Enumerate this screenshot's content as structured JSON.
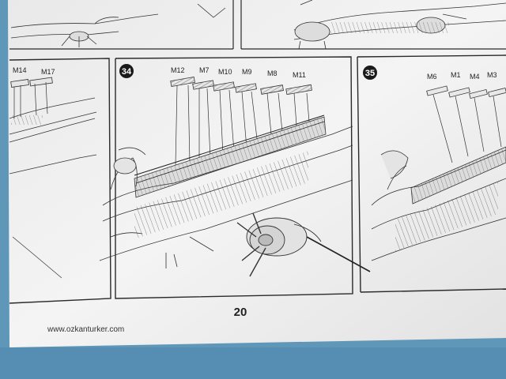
{
  "page": {
    "number": "20",
    "watermark": "www.ozkanturker.com"
  },
  "steps": [
    {
      "number": "34",
      "parts": [
        "M12",
        "M7",
        "M10",
        "M9",
        "M8",
        "M11"
      ]
    },
    {
      "number": "35",
      "parts": [
        "M6",
        "M1",
        "M4",
        "M3"
      ]
    }
  ],
  "left_panel": {
    "parts": [
      "M14",
      "M17"
    ]
  },
  "colors": {
    "paper": "#f2f2f2",
    "line": "#2a2a2a",
    "background": "#5f97b9"
  }
}
